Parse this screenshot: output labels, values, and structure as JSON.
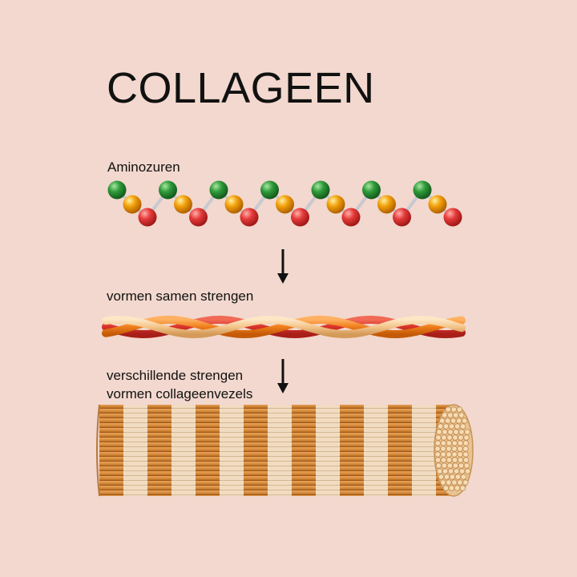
{
  "title": "COLLAGEEN",
  "labels": {
    "amino_acids": "Aminozuren",
    "strands": "vormen samen strengen",
    "fibers_line1": "verschillende strengen",
    "fibers_line2": "vormen collageenvezels"
  },
  "colors": {
    "background": "#f2d8ce",
    "atom_green": "#2e9a3a",
    "atom_yellow": "#f2a00a",
    "atom_red": "#e43a3a",
    "strand_red": "#d8322a",
    "strand_orange": "#ef7d1a",
    "strand_beige": "#f3c48a",
    "fiber_dark": "#d78a3a",
    "fiber_light": "#f1dcc2"
  },
  "icons": [
    "arrow-down-icon",
    "arrow-down-icon"
  ]
}
